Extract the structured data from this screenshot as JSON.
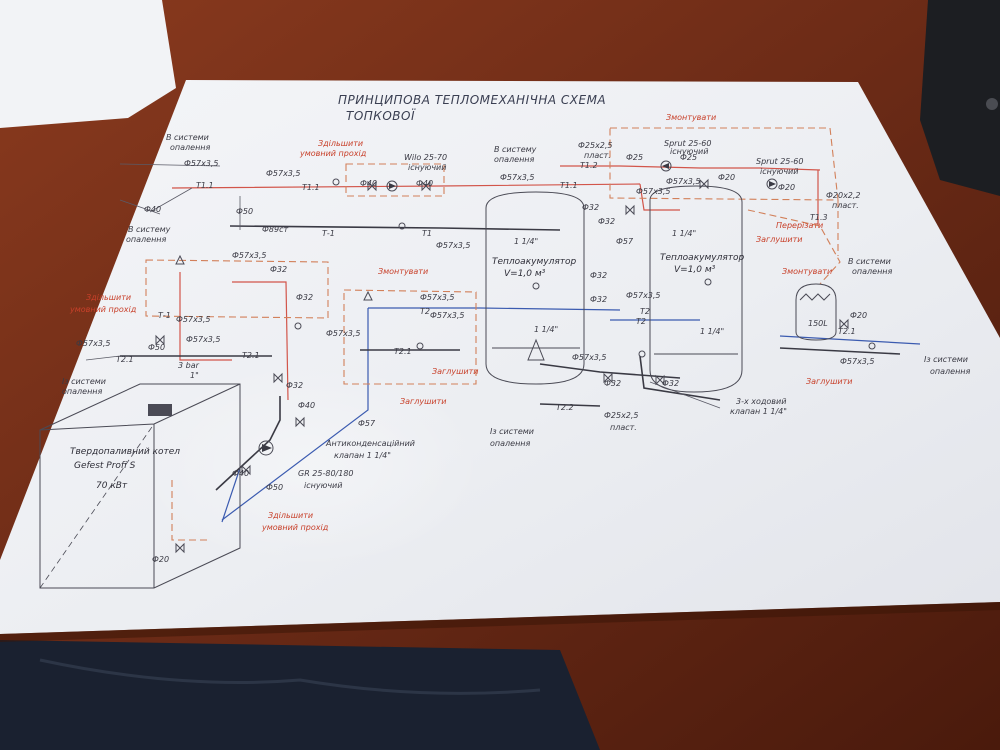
{
  "title": {
    "line1": "ПРИНЦИПОВА ТЕПЛОМЕХАНІЧНА СХЕМА",
    "line2": "ТОПКОВОЇ"
  },
  "equipment": {
    "boiler": {
      "line1": "Твердопаливний котел",
      "line2": "Gefest Profi S",
      "line3": "70 кВт"
    },
    "tank_left": {
      "line1": "Теплоакумулятор",
      "line2": "V=1,0 м³"
    },
    "tank_right": {
      "line1": "Теплоакумулятор",
      "line2": "V=1,0 м³"
    },
    "expansion_tank": "150L",
    "pump_wilo": {
      "line1": "Wilo 25-70",
      "line2": "існуючий"
    },
    "pump_sprut_1": {
      "line1": "Sprut 25-60",
      "line2": "існуючий"
    },
    "pump_sprut_2": {
      "line1": "Sprut 25-60",
      "line2": "існуючий"
    },
    "pump_gr": {
      "line1": "GR 25-80/180",
      "line2": "існуючий"
    },
    "anticondensation_valve": {
      "line1": "Антиконденсаційний",
      "line2": "клапан 1 1/4\""
    },
    "three_way_valve": {
      "line1": "3-х ходовий",
      "line2": "клапан 1 1/4\""
    },
    "safety_valve": {
      "line1": "3 bar",
      "line2": "1\""
    }
  },
  "labels": {
    "to_heating_1": {
      "line1": "В системи",
      "line2": "опалення"
    },
    "to_heating_2": {
      "line1": "В систему",
      "line2": "опалення"
    },
    "to_heating_3": {
      "line1": "В систему",
      "line2": "опалення"
    },
    "to_heating_4": {
      "line1": "В системи",
      "line2": "опалення"
    },
    "from_heating_1": {
      "line1": "Із системи",
      "line2": "опалення"
    },
    "from_heating_2": {
      "line1": "Із системи",
      "line2": "опалення"
    },
    "from_heating_3": {
      "line1": "Із системи",
      "line2": "опалення"
    },
    "pipe_25x25_top": {
      "line1": "Ф25х2,5",
      "line2": "пласт."
    },
    "pipe_25x25_bottom": {
      "line1": "Ф25х2,5",
      "line2": "пласт."
    },
    "pipe_20x22": {
      "line1": "Ф20х2,2",
      "line2": "пласт."
    },
    "pipe_57_a": "Ф57х3,5",
    "pipe_57_b": "Ф57х3,5",
    "pipe_57_c": "Ф57х3,5",
    "pipe_57_d": "Ф57х3,5",
    "pipe_57_e": "Ф57х3,5",
    "pipe_57_f": "Ф57х3,5",
    "pipe_57_g": "Ф57х3,5",
    "pipe_57_h": "Ф57х3,5",
    "pipe_57_i": "Ф57х3,5",
    "pipe_57_j": "Ф57х3,5",
    "pipe_57_k": "Ф57х3,5",
    "pipe_57_l": "Ф57х3,5",
    "pipe_57_m": "Ф57х3,5",
    "pipe_57_n": "Ф57х3,5",
    "pipe_89": "Ф89ст",
    "d40_a": "Ф40",
    "d40_b": "Ф40",
    "d40_c": "Ф40",
    "d40_d": "Ф40",
    "d40_e": "Ф40",
    "d50_a": "Ф50",
    "d50_b": "Ф50",
    "d50_c": "Ф50",
    "d32_a": "Ф32",
    "d32_b": "Ф32",
    "d32_c": "Ф32",
    "d32_d": "Ф32",
    "d32_e": "Ф32",
    "d32_f": "Ф32",
    "d32_g": "Ф32",
    "d32_h": "Ф32",
    "d32_i": "Ф32",
    "d25_a": "Ф25",
    "d25_b": "Ф25",
    "d20_a": "Ф20",
    "d20_b": "Ф20",
    "d20_c": "Ф20",
    "d57_x": "Ф57",
    "d57_y": "Ф57",
    "t11_a": "Т1.1",
    "t11_b": "Т1.1",
    "t11_c": "Т1.1",
    "t12": "Т1.2",
    "t13": "Т1.3",
    "t1": "Т1",
    "t1_dash": "Т-1",
    "t1_dash_v": "Т-1",
    "t2_a": "Т2",
    "t2_b": "Т2",
    "t2_c": "Т2",
    "t21_a": "Т2.1",
    "t21_b": "Т2.1",
    "t21_c": "Т2.1",
    "t21_d": "Т2.1",
    "t22": "Т2.2",
    "fitting_a": "1 1/4\"",
    "fitting_b": "1 1/4\"",
    "fitting_c": "1 1/4\"",
    "fitting_d": "1 1/4\""
  },
  "annotations": {
    "dismantle_1": "Змонтувати",
    "dismantle_2": "Змонтувати",
    "dismantle_3": "Змонтувати",
    "plug_1": "Заглушити",
    "plug_2": "Заглушити",
    "plug_3": "Заглушити",
    "plug_4": "Заглушити",
    "cut_1": "Перерізати",
    "bypass_1": {
      "line1": "Здільшити",
      "line2": "умовний прохід"
    },
    "bypass_2": {
      "line1": "Здільшити",
      "line2": "умовний прохід"
    },
    "bypass_3": {
      "line1": "Здільшити",
      "line2": "умовний прохід"
    }
  },
  "colors": {
    "table": "#5a2414",
    "paper": "#eef0f4",
    "supply_line": "#d2554a",
    "return_line": "#3b5bb0",
    "annotation": "#c8402a",
    "ink": "#3a3a44"
  },
  "icons": {
    "pump": "pump-icon",
    "valve": "valve-icon",
    "thermometer": "thermometer-icon",
    "air_vent": "air-vent-icon"
  }
}
